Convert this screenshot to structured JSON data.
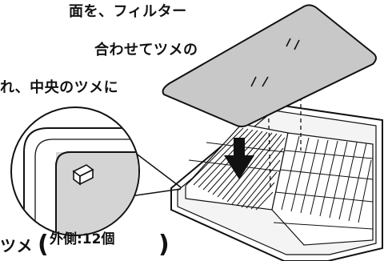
{
  "text": {
    "line1": "面を、フィルター",
    "line2": "合わせてツメの",
    "line3": "れ、中央のツメに",
    "tsume": "ツメ",
    "paren_open": "(",
    "paren_note": "外側:12個",
    "paren_close": ")"
  },
  "colors": {
    "filter_cover": "#c8c8c8",
    "frame_fill": "#e6e6e6",
    "line": "#111111",
    "arrow": "#111111"
  }
}
